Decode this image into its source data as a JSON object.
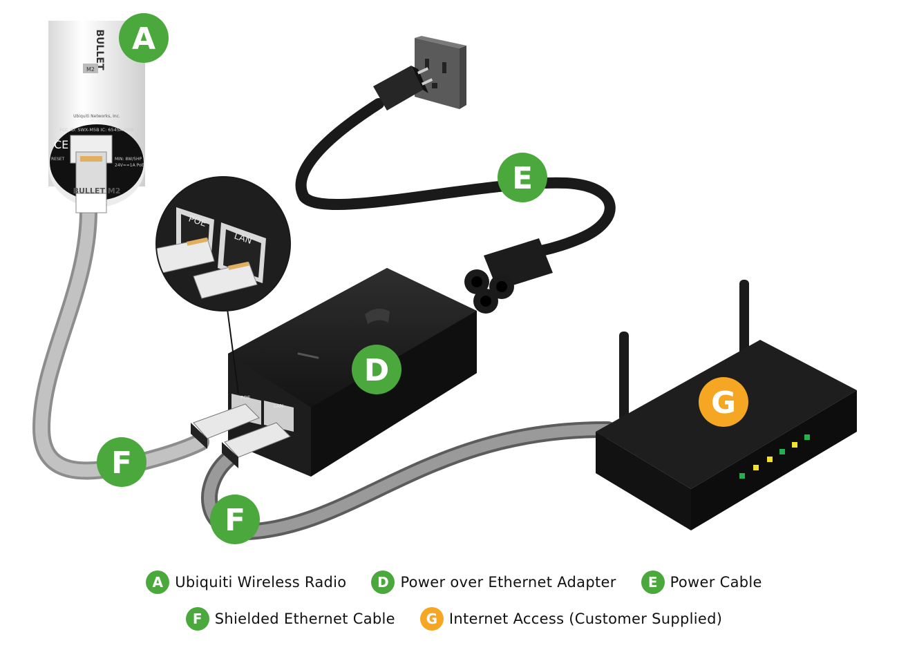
{
  "colors": {
    "badge_green": "#4aa83c",
    "badge_orange": "#f5a623",
    "device_black": "#1e1e1e",
    "cable_grey": "#9b9b9b",
    "cable_dark": "#2a2a2a",
    "led_green": "#22b14c",
    "led_yellow": "#f2e22a"
  },
  "radio": {
    "badge": "A",
    "model_text": "BULLET",
    "model_sub": "M2",
    "fcc_text": "FCC ID: SWX-M5B  IC: 6545A-M5B",
    "company_text": "Ubiquiti Networks, Inc.",
    "ce_mark": "CE",
    "reset_label": "RESET",
    "power_text": "MIN: 8W/5HP",
    "power_text2": "24V==1A PoE",
    "bottom_text": "BULLET M2"
  },
  "poe_adapter": {
    "badge": "D",
    "poe_port_label": "POE",
    "lan_port_label": "LAN",
    "logo_icon": "ubiquiti-u-logo"
  },
  "zoom_inset": {
    "poe_label": "POE",
    "lan_label": "LAN"
  },
  "power_cable": {
    "badge": "E"
  },
  "ethernet_cables": {
    "badge_top": "F",
    "badge_bottom": "F"
  },
  "router": {
    "badge": "G"
  },
  "legend": {
    "row1": [
      {
        "badge": "A",
        "label": "Ubiquiti Wireless Radio",
        "color": "#4aa83c"
      },
      {
        "badge": "D",
        "label": "Power over Ethernet Adapter",
        "color": "#4aa83c"
      },
      {
        "badge": "E",
        "label": "Power Cable",
        "color": "#4aa83c"
      }
    ],
    "row2": [
      {
        "badge": "F",
        "label": "Shielded Ethernet Cable",
        "color": "#4aa83c"
      },
      {
        "badge": "G",
        "label": "Internet Access (Customer Supplied)",
        "color": "#f5a623"
      }
    ]
  }
}
